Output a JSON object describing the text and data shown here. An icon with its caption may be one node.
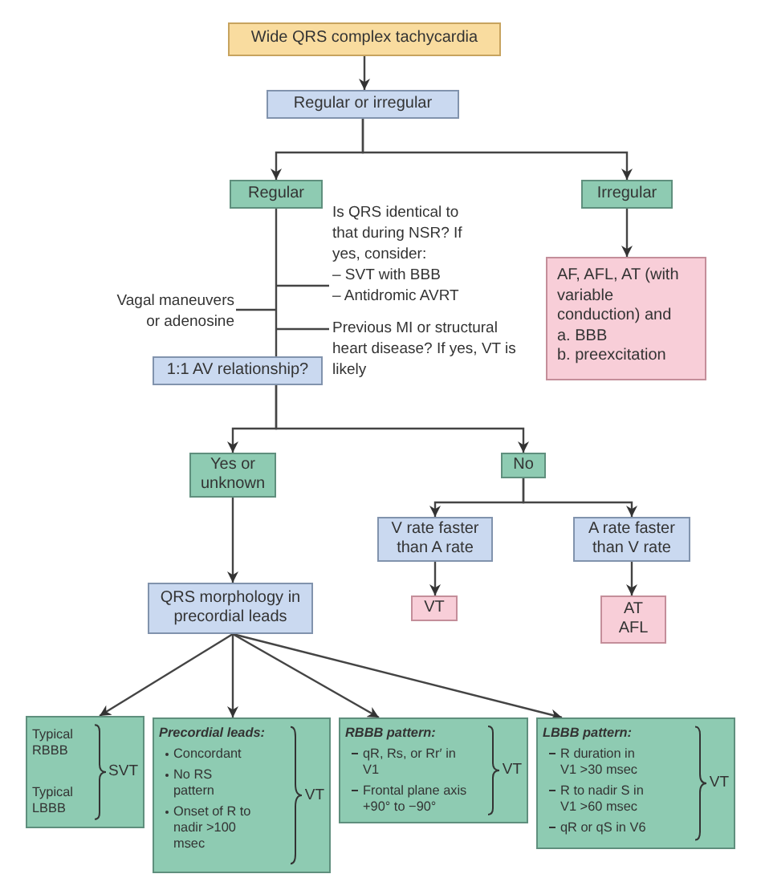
{
  "diagram": {
    "nodes": [
      {
        "text": [
          "Wide QRS complex tachycardia"
        ]
      },
      {
        "text": [
          "Regular or irregular"
        ]
      },
      {
        "text": [
          "Regular"
        ]
      },
      {
        "text": [
          "Irregular"
        ]
      },
      {
        "text": [
          "AF, AFL, AT (with variable conduction) and",
          "a. BBB",
          "b. preexcitation"
        ]
      },
      {
        "text": [
          "Is QRS identical to that during NSR? If yes, consider:",
          "– SVT with BBB",
          "– Antidromic AVRT"
        ]
      },
      {
        "text": [
          "Vagal maneuvers or adenosine"
        ]
      },
      {
        "text": [
          "Previous MI or structural heart disease? If yes, VT is likely"
        ]
      },
      {
        "text": [
          "1:1 AV relationship?"
        ]
      },
      {
        "text": [
          "Yes or unknown"
        ]
      },
      {
        "text": [
          "No"
        ]
      },
      {
        "text": [
          "V rate faster than A rate"
        ]
      },
      {
        "text": [
          "A rate faster than V rate"
        ]
      },
      {
        "text": [
          "VT"
        ]
      },
      {
        "text": [
          "AT AFL"
        ]
      },
      {
        "text": [
          "QRS morphology in precordial leads"
        ]
      },
      {
        "text": [
          "Typical RBBB",
          "Typical LBBB",
          "SVT"
        ]
      },
      {
        "text": [
          "Precordial leads:",
          "Concordant",
          "No RS pattern",
          "Onset of R to nadir >100 msec",
          "VT"
        ]
      },
      {
        "text": [
          "RBBB pattern:",
          "qR, Rs, or Rr′ in V1",
          "Frontal plane axis +90° to −90°",
          "VT"
        ]
      },
      {
        "text": [
          "LBBB pattern:",
          "R duration in V1 >30 msec",
          "R to nadir S in V1 >60 msec",
          "qR or qS in V6",
          "VT"
        ]
      }
    ],
    "edges": [
      {
        "from": 0,
        "to": 1,
        "arrow": "to"
      },
      {
        "from": 1,
        "to": 2,
        "arrow": "to"
      },
      {
        "from": 1,
        "to": 3,
        "arrow": "to"
      },
      {
        "from": 3,
        "to": 4,
        "arrow": "to"
      },
      {
        "from": 2,
        "to": 8,
        "arrow": "none"
      },
      {
        "from": 5,
        "to": null,
        "arrow": "none"
      },
      {
        "from": 6,
        "to": null,
        "arrow": "none"
      },
      {
        "from": 7,
        "to": null,
        "arrow": "none"
      },
      {
        "from": 8,
        "to": 9,
        "arrow": "to"
      },
      {
        "from": 8,
        "to": 10,
        "arrow": "to"
      },
      {
        "from": 10,
        "to": 11,
        "arrow": "to"
      },
      {
        "from": 10,
        "to": 12,
        "arrow": "to"
      },
      {
        "from": 11,
        "to": 13,
        "arrow": "to"
      },
      {
        "from": 12,
        "to": 14,
        "arrow": "to"
      },
      {
        "from": 9,
        "to": 15,
        "arrow": "to"
      },
      {
        "from": 15,
        "to": 16,
        "arrow": "to"
      },
      {
        "from": 15,
        "to": 17,
        "arrow": "to"
      },
      {
        "from": 15,
        "to": 18,
        "arrow": "to"
      },
      {
        "from": 15,
        "to": 19,
        "arrow": "to"
      }
    ]
  }
}
